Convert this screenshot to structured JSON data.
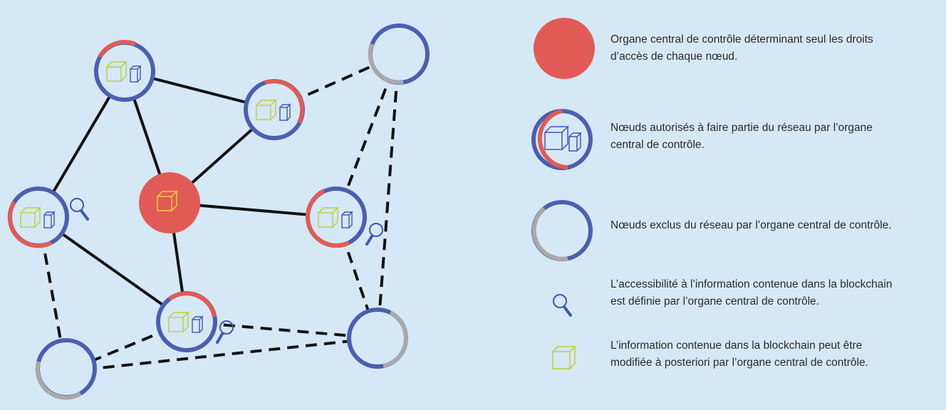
{
  "colors": {
    "background": "#d5e8f5",
    "central": "#e25a55",
    "authorized_ring": "#4a5fb0",
    "excluded_ring": "#a9a9a9",
    "ledger_green": "#b9d23a",
    "ledger_blue": "#3f57b6",
    "edge": "#111111"
  },
  "legend": {
    "central_authority": "Organe central de contrôle déterminant seul les droits\nd’accès de chaque nœud.",
    "authorized_nodes": "Nœuds autorisés à faire partie du réseau par l’organe\ncentral de contrôle.",
    "excluded_nodes": "Nœuds exclus du réseau par l’organe central de contrôle.",
    "information_access": "L’accessibilité à l’information contenue dans la blockchain\nest définie par l’organe central de contrôle.",
    "information_modification": "L’information contenue dans la blockchain peut être\nmodifiée à posteriori par l’organe central de contrôle."
  },
  "icons": [
    "node-ring-icon",
    "ledger-cube-icon",
    "magnifier-icon",
    "single-cube-icon"
  ]
}
